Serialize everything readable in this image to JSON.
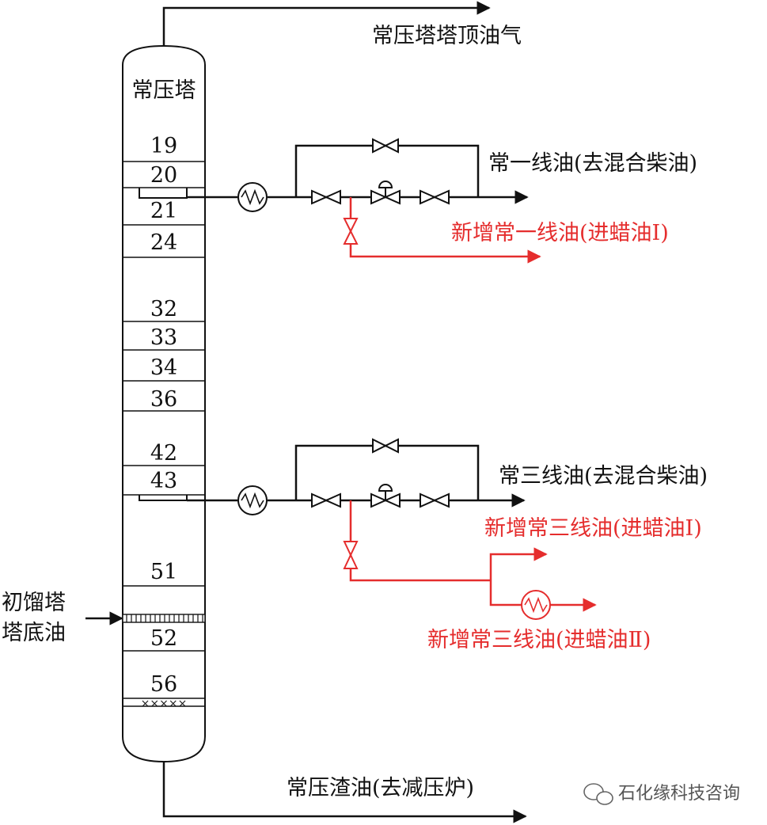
{
  "colors": {
    "black": "#111111",
    "red": "#e52d2d"
  },
  "labels": {
    "top_vapor": "常压塔塔顶油气",
    "column_name": "常压塔",
    "line1": "常一线油(去混合柴油)",
    "new_line1": "新增常一线油(进蜡油Ⅰ)",
    "line3": "常三线油(去混合柴油)",
    "new_line3_a": "新增常三线油(进蜡油Ⅰ)",
    "new_line3_b": "新增常三线油(进蜡油Ⅱ)",
    "feed_line1": "初馏塔",
    "feed_line2": "塔底油",
    "residue": "常压渣油(去减压炉)",
    "watermark": "石化缘科技咨询"
  },
  "trays": [
    "19",
    "20",
    "21",
    "24",
    "32",
    "33",
    "34",
    "36",
    "42",
    "43",
    "51",
    "52",
    "56"
  ],
  "icons": [
    "heat-exchanger-icon",
    "gate-valve-icon",
    "control-valve-icon",
    "arrow-icon",
    "wechat-icon"
  ]
}
